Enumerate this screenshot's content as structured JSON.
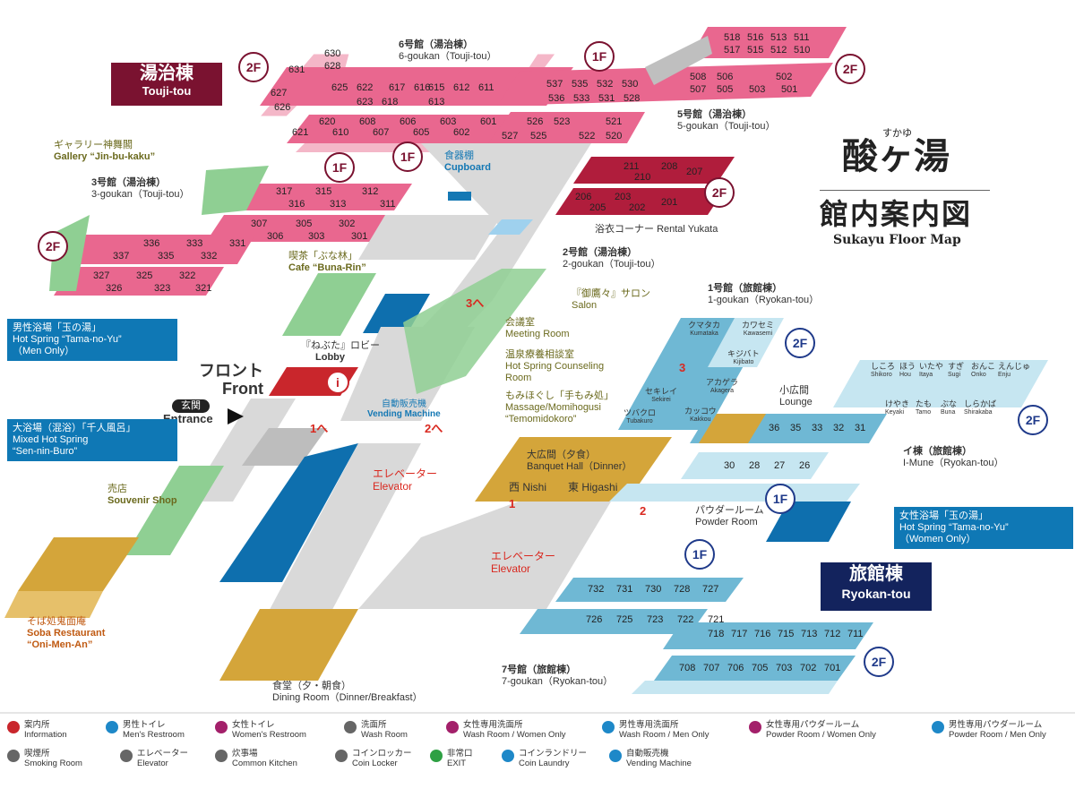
{
  "brand": {
    "furigana": "すかゆ",
    "logo": "酸ヶ湯",
    "title_jp": "館内案内図",
    "title_en": "Sukayu Floor Map"
  },
  "wings": {
    "touji": {
      "jp": "湯治棟",
      "en": "Touji-tou"
    },
    "ryokan": {
      "jp": "旅館棟",
      "en": "Ryokan-tou"
    }
  },
  "floors": {
    "f1": "1F",
    "f2": "2F"
  },
  "buildings": {
    "g6": {
      "jp": "6号館（湯治棟）",
      "en": "6-goukan（Touji-tou）"
    },
    "g5": {
      "jp": "5号館（湯治棟）",
      "en": "5-goukan（Touji-tou）"
    },
    "g3": {
      "jp": "3号館（湯治棟）",
      "en": "3-goukan（Touji-tou）"
    },
    "g2": {
      "jp": "2号館（湯治棟）",
      "en": "2-goukan（Touji-tou）"
    },
    "g1": {
      "jp": "1号館（旅館棟）",
      "en": "1-goukan（Ryokan-tou）"
    },
    "imune": {
      "jp": "イ棟（旅館棟）",
      "en": "I-Mune（Ryokan-tou）"
    },
    "g7": {
      "jp": "7号館（旅館棟）",
      "en": "7-goukan（Ryokan-tou）"
    }
  },
  "places": {
    "gallery": {
      "jp": "ギャラリー神舞閣",
      "en": "Gallery “Jin-bu-kaku”"
    },
    "cupboard": {
      "jp": "食器棚",
      "en": "Cupboard"
    },
    "rental": {
      "jp": "浴衣コーナー",
      "en": "Rental Yukata"
    },
    "cafe": {
      "jp": "喫茶「ぶな林」",
      "en": "Cafe “Buna-Rin”"
    },
    "salon": {
      "jp": "『御鷹々』サロン",
      "en": "Salon"
    },
    "meeting": {
      "jp": "会議室",
      "en": "Meeting Room"
    },
    "counsel": {
      "jp": "温泉療養相談室",
      "en1": "Hot Spring Counseling",
      "en2": "Room"
    },
    "massage": {
      "jp": "もみほぐし「手もみ処」",
      "en1": "Massage/Momihogusi",
      "en2": "“Temomidokoro”"
    },
    "lobby": {
      "jp": "『ねぶた』ロビー",
      "en": "Lobby"
    },
    "front": {
      "jp": "フロント",
      "en": "Front"
    },
    "entrance": {
      "jp": "玄関",
      "en": "Entrance"
    },
    "vending": {
      "jp": "自動販売機",
      "en": "Vending Machine"
    },
    "lounge": {
      "jp": "小広間",
      "en": "Lounge"
    },
    "banquet": {
      "jp": "大広間（夕食）",
      "en": "Banquet Hall（Dinner）",
      "west": "西 Nishi",
      "east": "東 Higashi"
    },
    "powder": {
      "jp": "パウダールーム",
      "en": "Powder Room"
    },
    "elevator": {
      "jp": "エレベーター",
      "en": "Elevator"
    },
    "souvenir": {
      "jp": "売店",
      "en": "Souvenir Shop"
    },
    "soba": {
      "jp": "そば処鬼面庵",
      "en1": "Soba Restaurant",
      "en2": "“Oni-Men-An”"
    },
    "dining": {
      "jp": "食堂（夕・朝食）",
      "en": "Dining Room（Dinner/Breakfast）"
    }
  },
  "baths": {
    "men": {
      "jp": "男性浴場「玉の湯」",
      "en1": "Hot Spring “Tama-no-Yu”",
      "en2": "（Men Only）"
    },
    "mixed": {
      "jp": "大浴場（混浴）「千人風呂」",
      "en1": "Mixed Hot Spring",
      "en2": "“Sen-nin-Buro”"
    },
    "women": {
      "jp": "女性浴場「玉の湯」",
      "en1": "Hot Spring “Tama-no-Yu”",
      "en2": "（Women Only）"
    }
  },
  "arrows": {
    "to1": "1へ",
    "to2": "2へ",
    "to3": "3へ",
    "n1": "1",
    "n2": "2",
    "n3": "3"
  },
  "rooms": {
    "r6_row1": [
      "630",
      "628",
      "625",
      "622",
      "617",
      "616",
      "615",
      "612",
      "611"
    ],
    "r6_row2": [
      "631",
      "627",
      "626",
      "623",
      "618",
      "613"
    ],
    "r6_row3": [
      "620",
      "608",
      "606",
      "603",
      "601"
    ],
    "r6_row4": [
      "621",
      "610",
      "607",
      "605",
      "602"
    ],
    "r5_row1": [
      "518",
      "516",
      "513",
      "511",
      "517",
      "515",
      "512",
      "510"
    ],
    "r5_row2": [
      "537",
      "535",
      "532",
      "530",
      "508",
      "506",
      "502"
    ],
    "r5_row3": [
      "536",
      "533",
      "531",
      "528",
      "507",
      "505",
      "503",
      "501"
    ],
    "r5_row4": [
      "526",
      "523",
      "521",
      "527",
      "525",
      "522",
      "520"
    ],
    "r3_row1": [
      "317",
      "315",
      "312",
      "316",
      "313",
      "311"
    ],
    "r3_row2": [
      "307",
      "305",
      "302",
      "306",
      "303",
      "301"
    ],
    "r3_row3": [
      "336",
      "333",
      "331",
      "337",
      "335",
      "332"
    ],
    "r3_row4": [
      "327",
      "325",
      "322",
      "326",
      "323",
      "321"
    ],
    "r2_row1": [
      "211",
      "208",
      "207",
      "210"
    ],
    "r2_row2": [
      "206",
      "203",
      "201",
      "205",
      "202"
    ],
    "r1_names": [
      {
        "jp": "クマタカ",
        "en": "Kumataka"
      },
      {
        "jp": "カワセミ",
        "en": "Kawasemi"
      },
      {
        "jp": "キジバト",
        "en": "Kijibato"
      },
      {
        "jp": "セキレイ",
        "en": "Sekirei"
      },
      {
        "jp": "アカゲラ",
        "en": "Akagera"
      },
      {
        "jp": "ツバクロ",
        "en": "Tubakuro"
      },
      {
        "jp": "カッコウ",
        "en": "Kakkou"
      }
    ],
    "imune_names": [
      {
        "jp": "しころ",
        "en": "Shikoro"
      },
      {
        "jp": "ほう",
        "en": "Hou"
      },
      {
        "jp": "いたや",
        "en": "Itaya"
      },
      {
        "jp": "すぎ",
        "en": "Sugi"
      },
      {
        "jp": "おんこ",
        "en": "Onko"
      },
      {
        "jp": "えんじゅ",
        "en": "Enju"
      },
      {
        "jp": "けやき",
        "en": "Keyaki"
      },
      {
        "jp": "たも",
        "en": "Tamo"
      },
      {
        "jp": "ぶな",
        "en": "Buna"
      },
      {
        "jp": "しらかば",
        "en": "Shirakaba"
      }
    ],
    "imune_row1": [
      "36",
      "35",
      "33",
      "32",
      "31"
    ],
    "imune_row2": [
      "30",
      "28",
      "27",
      "26"
    ],
    "r7_row1": [
      "732",
      "731",
      "730",
      "728",
      "727"
    ],
    "r7_row2": [
      "726",
      "725",
      "723",
      "722",
      "721"
    ],
    "r7_row3": [
      "718",
      "717",
      "716",
      "715",
      "713",
      "712",
      "711"
    ],
    "r7_row4": [
      "708",
      "707",
      "706",
      "705",
      "703",
      "702",
      "701"
    ]
  },
  "legend": [
    {
      "jp": "案内所",
      "en": "Information",
      "icon": "info-icon",
      "color": "#c9262c"
    },
    {
      "jp": "男性トイレ",
      "en": "Men's Restroom",
      "icon": "men-restroom-icon",
      "color": "#1e88c8"
    },
    {
      "jp": "女性トイレ",
      "en": "Women's Restroom",
      "icon": "women-restroom-icon",
      "color": "#a3206a"
    },
    {
      "jp": "洗面所",
      "en": "Wash Room",
      "icon": "wash-room-icon",
      "color": "#666666"
    },
    {
      "jp": "女性専用洗面所",
      "en": "Wash Room / Women Only",
      "icon": "wash-women-icon",
      "color": "#a3206a"
    },
    {
      "jp": "男性専用洗面所",
      "en": "Wash Room / Men Only",
      "icon": "wash-men-icon",
      "color": "#1e88c8"
    },
    {
      "jp": "女性専用パウダールーム",
      "en": "Powder Room / Women Only",
      "icon": "powder-women-icon",
      "color": "#a3206a"
    },
    {
      "jp": "男性専用パウダールーム",
      "en": "Powder Room / Men Only",
      "icon": "powder-men-icon",
      "color": "#1e88c8"
    },
    {
      "jp": "喫煙所",
      "en": "Smoking Room",
      "icon": "smoking-icon",
      "color": "#666666"
    },
    {
      "jp": "エレベーター",
      "en": "Elevator",
      "icon": "elevator-icon",
      "color": "#666666"
    },
    {
      "jp": "炊事場",
      "en": "Common Kitchen",
      "icon": "kitchen-icon",
      "color": "#666666"
    },
    {
      "jp": "コインロッカー",
      "en": "Coin Locker",
      "icon": "coin-locker-icon",
      "color": "#666666"
    },
    {
      "jp": "非常口",
      "en": "EXIT",
      "icon": "exit-icon",
      "color": "#2ea043"
    },
    {
      "jp": "コインランドリー",
      "en": "Coin Laundry",
      "icon": "coin-laundry-icon",
      "color": "#1e88c8"
    },
    {
      "jp": "自動販売機",
      "en": "Vending Machine",
      "icon": "vending-icon",
      "color": "#1e88c8"
    }
  ],
  "colors": {
    "touji_room": "#e9678f",
    "touji_room_light": "#f4b7c8",
    "touji_dark": "#b01d3c",
    "ryokan_room": "#6fb8d4",
    "ryokan_light": "#c6e6f1",
    "corridor": "#d9d9d9",
    "green": "#8fcf93",
    "gold": "#d4a53a",
    "bath_blue": "#0e6fae"
  }
}
